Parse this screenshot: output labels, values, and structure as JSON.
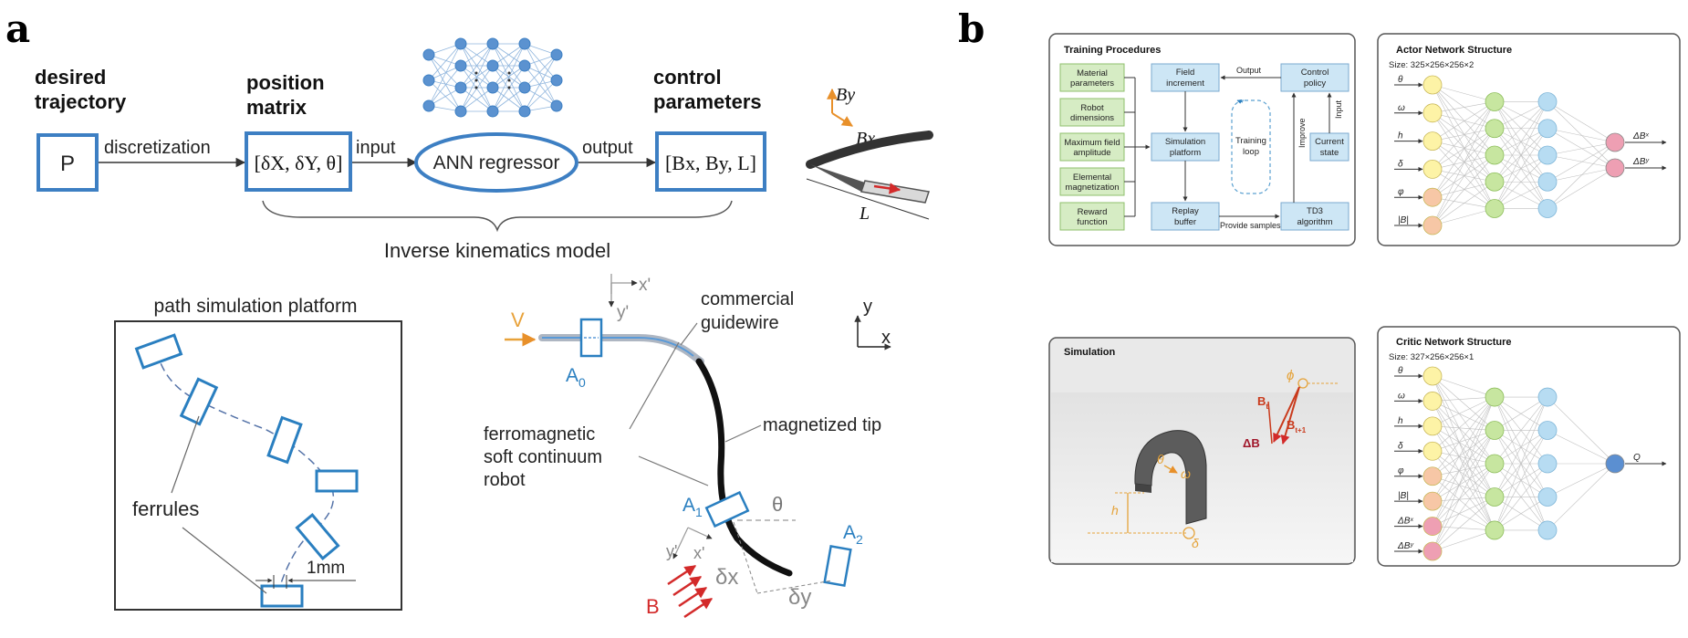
{
  "panels": {
    "a": "a",
    "b": "b"
  },
  "pipeline": {
    "desired_trajectory": [
      "desired",
      "trajectory"
    ],
    "P": "P",
    "discretization": "discretization",
    "position_matrix": [
      "position",
      "matrix"
    ],
    "matrix_content": "[δX, δY, θ]",
    "input": "input",
    "ann": "ANN regressor",
    "output": "output",
    "control_parameters": [
      "control",
      "parameters"
    ],
    "control_content": "[Bx, By, L]",
    "ikm": "Inverse kinematics model",
    "By": "By",
    "Bx": "Bx",
    "L": "L"
  },
  "path_sim": {
    "title": "path simulation platform",
    "ferrules": "ferrules",
    "mm": "1mm"
  },
  "guidewire": {
    "V": "V",
    "xprime": "x'",
    "yprime": "y'",
    "commercial": [
      "commercial",
      "guidewire"
    ],
    "A0": "A",
    "A0sub": "0",
    "ferro": [
      "ferromagnetic",
      "soft continuum",
      "robot"
    ],
    "magnetized": "magnetized tip",
    "A1": "A",
    "A1sub": "1",
    "theta": "θ",
    "A2": "A",
    "A2sub": "2",
    "dx": "δx",
    "dy": "δy",
    "B": "B",
    "ax_y": "y",
    "ax_x": "x"
  },
  "training": {
    "title": "Training Procedures",
    "green": [
      "Material parameters",
      "Robot dimensions",
      "Maximum field amplitude",
      "Elemental magnetization",
      "Reward function"
    ],
    "field_increment": "Field increment",
    "simulation_platform": "Simulation platform",
    "replay_buffer": "Replay buffer",
    "control_policy": "Control policy",
    "current_state": "Current state",
    "td3": "TD3 algorithm",
    "output": "Output",
    "improve": "Improve",
    "input": "Input",
    "training_loop": [
      "Training",
      "loop"
    ],
    "provide_samples": "Provide samples"
  },
  "actor": {
    "title": "Actor Network Structure",
    "size": "Size: 325×256×256×2",
    "inputs": [
      "θ",
      "ω",
      "h",
      "δ",
      "φ",
      "|B|"
    ],
    "outputs": [
      "ΔBˣ",
      "ΔBʸ"
    ]
  },
  "critic": {
    "title": "Critic Network Structure",
    "size": "Size: 327×256×256×1",
    "inputs": [
      "θ",
      "ω",
      "h",
      "δ",
      "φ",
      "|B|",
      "ΔBˣ",
      "ΔBʸ"
    ],
    "outputs": [
      "Q"
    ]
  },
  "simulation": {
    "title": "Simulation",
    "phi": "ϕ",
    "Bt": "B",
    "Bt_sub": "t",
    "Bt1": "B",
    "Bt1_sub": "t+1",
    "dB": "ΔB",
    "theta": "θ",
    "omega": "ω",
    "h": "h",
    "delta": "δ"
  },
  "colors": {
    "blue": "#3d7fc3",
    "green_box": "#d6ecc4",
    "blue_box": "#cde6f5",
    "yellow_node": "#fdf3a6",
    "orange_node": "#f7c7a6",
    "green_node": "#c7e6a0",
    "cyan_node": "#b7dcf2",
    "pink_node": "#ee9fb3",
    "dark_node": "#5b8fd1",
    "red": "#d32a2a",
    "orange": "#e5a33a"
  }
}
